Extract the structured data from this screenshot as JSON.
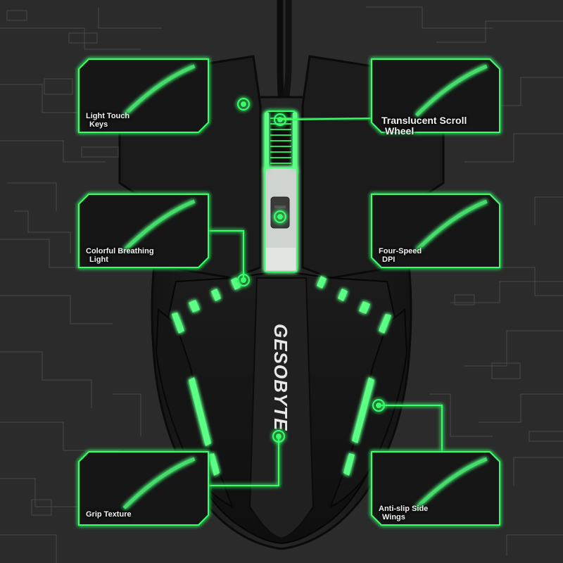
{
  "brand": {
    "logo_text": "GESOBYTE"
  },
  "colors": {
    "accent_green": "#39ff6a",
    "background": "#2b2b2b",
    "mouse_body": "#1a1a1a"
  },
  "callouts": [
    {
      "id": "light-touch-keys",
      "line1": "Light Touch",
      "line2": "Keys"
    },
    {
      "id": "translucent-scroll-wheel",
      "line1": "Translucent Scroll",
      "line2": "Wheel"
    },
    {
      "id": "colorful-breathing-light",
      "line1": "Colorful Breathing",
      "line2": "Light"
    },
    {
      "id": "four-speed-dpi",
      "line1": "Four-Speed",
      "line2": "DPI"
    },
    {
      "id": "grip-texture",
      "line1": "Grip Texture",
      "line2": ""
    },
    {
      "id": "anti-slip-side-wings",
      "line1": "Anti-slip Side",
      "line2": "Wings"
    }
  ]
}
